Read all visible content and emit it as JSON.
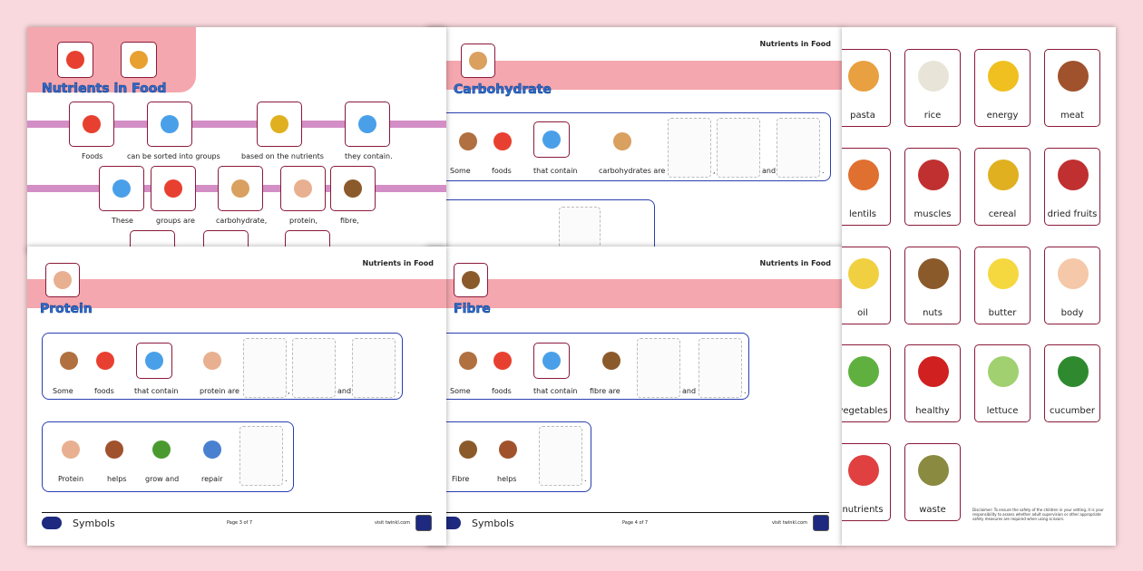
{
  "header": "Nutrients in Food",
  "page_a": {
    "title": "Nutrients in Food",
    "row1": [
      "Foods",
      "can be sorted into groups",
      "based on the nutrients",
      "they contain."
    ],
    "row2": [
      "These",
      "groups are",
      "carbohydrate,",
      "protein,",
      "fibre,"
    ]
  },
  "page_b": {
    "title": "Carbohydrate",
    "row1": [
      "Some",
      "foods",
      "that contain",
      "carbohydrates are"
    ],
    "sep": [
      ",",
      "and",
      "."
    ]
  },
  "page_c": {
    "title": "Protein",
    "row1": [
      "Some",
      "foods",
      "that contain",
      "protein are"
    ],
    "sep": [
      ",",
      "and",
      "."
    ],
    "row2": [
      "Protein",
      "helps",
      "grow and",
      "repair"
    ],
    "end": ".",
    "page": "Page 3 of 7"
  },
  "page_d": {
    "title": "Fibre",
    "row1": [
      "Some",
      "foods",
      "that contain",
      "fibre are"
    ],
    "sep": [
      "and",
      "."
    ],
    "row2": [
      "Fibre",
      "helps"
    ],
    "end": ".",
    "page": "Page 4 of 7"
  },
  "footer": {
    "brand": "Symbols",
    "visit": "visit twinkl.com"
  },
  "cards": [
    "pasta",
    "rice",
    "energy",
    "meat",
    "lentils",
    "muscles",
    "cereal",
    "dried fruits",
    "oil",
    "nuts",
    "butter",
    "body",
    "vegetables",
    "healthy",
    "lettuce",
    "cucumber",
    "nutrients",
    "waste"
  ],
  "card_colors": [
    "#e8a040",
    "#e8e4d8",
    "#f0c020",
    "#a0522d",
    "#e07030",
    "#c03030",
    "#e0b020",
    "#c03030",
    "#f0d040",
    "#8b5a2b",
    "#f5d840",
    "#f4c8a8",
    "#60b040",
    "#d02020",
    "#a0d070",
    "#2f8a2f",
    "#e04040",
    "#8a8a40"
  ],
  "disclaimer": "Disclaimer: To ensure the safety of the children in your setting, it is your responsibility to assess whether adult supervision or other appropriate safety measures are required when using scissors."
}
